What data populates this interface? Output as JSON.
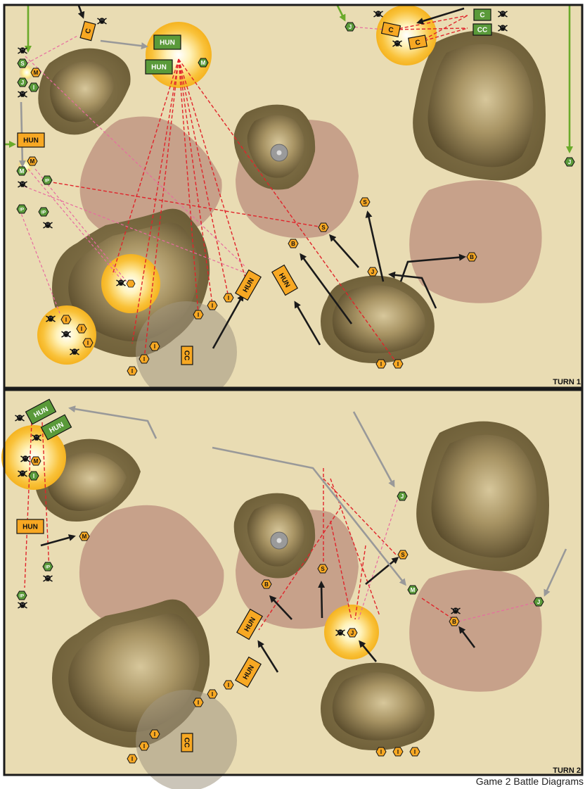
{
  "caption": "Game 2 Battle Diagrams",
  "colors": {
    "ground": "#e9dcb3",
    "border": "#1a1a1a",
    "orange_unit": "#f7a823",
    "green_unit": "#5a9a3a",
    "rough": "#c7a18a",
    "rock_dark": "#5f5230",
    "rock_light": "#b9a577",
    "fire_line": "#e0242b",
    "move_arrow": "#1a1a1a",
    "retreat_arrow": "#999999",
    "green_arrow": "#6aaa2a",
    "pink_line": "#e86aa0",
    "explosion": "#f9c23a",
    "objective": "#9a9a9a"
  },
  "icons": [
    "skull-icon",
    "explosion-icon",
    "objective-marker-icon"
  ],
  "panels": [
    {
      "turn_label": "TURN 1",
      "units": [
        {
          "t": "C",
          "side": "orange"
        },
        {
          "t": "HUN",
          "side": "green"
        },
        {
          "t": "HUN",
          "side": "green"
        },
        {
          "t": "M",
          "side": "green"
        },
        {
          "t": "C",
          "side": "orange"
        },
        {
          "t": "C",
          "side": "orange"
        },
        {
          "t": "C",
          "side": "green"
        },
        {
          "t": "CC",
          "side": "green"
        },
        {
          "t": "J",
          "side": "green"
        },
        {
          "t": "S",
          "side": "green"
        },
        {
          "t": "M",
          "side": "orange"
        },
        {
          "t": "J",
          "side": "green"
        },
        {
          "t": "I",
          "side": "green"
        },
        {
          "t": "HUN",
          "side": "orange"
        },
        {
          "t": "M",
          "side": "green"
        },
        {
          "t": "M",
          "side": "orange"
        },
        {
          "t": "IP",
          "side": "green"
        },
        {
          "t": "IP",
          "side": "green"
        },
        {
          "t": "IP",
          "side": "green"
        },
        {
          "t": "J",
          "side": "green"
        },
        {
          "t": "S",
          "side": "orange"
        },
        {
          "t": "S",
          "side": "orange"
        },
        {
          "t": "B",
          "side": "orange"
        },
        {
          "t": "J",
          "side": "orange"
        },
        {
          "t": "B",
          "side": "orange"
        },
        {
          "t": "HUN",
          "side": "orange"
        },
        {
          "t": "HUN",
          "side": "orange"
        },
        {
          "t": "I",
          "side": "orange"
        },
        {
          "t": "I",
          "side": "orange"
        },
        {
          "t": "I",
          "side": "orange"
        },
        {
          "t": "I",
          "side": "orange"
        },
        {
          "t": "I",
          "side": "orange"
        },
        {
          "t": "I",
          "side": "orange"
        },
        {
          "t": "I",
          "side": "orange"
        },
        {
          "t": "I",
          "side": "orange"
        },
        {
          "t": "CC",
          "side": "orange"
        },
        {
          "t": "I",
          "side": "orange"
        },
        {
          "t": "I",
          "side": "orange"
        },
        {
          "t": "I",
          "side": "orange"
        }
      ]
    },
    {
      "turn_label": "TURN 2",
      "units": [
        {
          "t": "HUN",
          "side": "green"
        },
        {
          "t": "HUN",
          "side": "green"
        },
        {
          "t": "M",
          "side": "orange"
        },
        {
          "t": "I",
          "side": "green"
        },
        {
          "t": "HUN",
          "side": "orange"
        },
        {
          "t": "M",
          "side": "orange"
        },
        {
          "t": "IP",
          "side": "green"
        },
        {
          "t": "IP",
          "side": "green"
        },
        {
          "t": "J",
          "side": "green"
        },
        {
          "t": "S",
          "side": "orange"
        },
        {
          "t": "S",
          "side": "orange"
        },
        {
          "t": "B",
          "side": "orange"
        },
        {
          "t": "M",
          "side": "green"
        },
        {
          "t": "J",
          "side": "green"
        },
        {
          "t": "B",
          "side": "orange"
        },
        {
          "t": "J",
          "side": "orange"
        },
        {
          "t": "HUN",
          "side": "orange"
        },
        {
          "t": "HUN",
          "side": "orange"
        },
        {
          "t": "I",
          "side": "orange"
        },
        {
          "t": "I",
          "side": "orange"
        },
        {
          "t": "I",
          "side": "orange"
        },
        {
          "t": "I",
          "side": "orange"
        },
        {
          "t": "I",
          "side": "orange"
        },
        {
          "t": "I",
          "side": "orange"
        },
        {
          "t": "CC",
          "side": "orange"
        },
        {
          "t": "I",
          "side": "orange"
        },
        {
          "t": "I",
          "side": "orange"
        },
        {
          "t": "I",
          "side": "orange"
        }
      ]
    }
  ]
}
